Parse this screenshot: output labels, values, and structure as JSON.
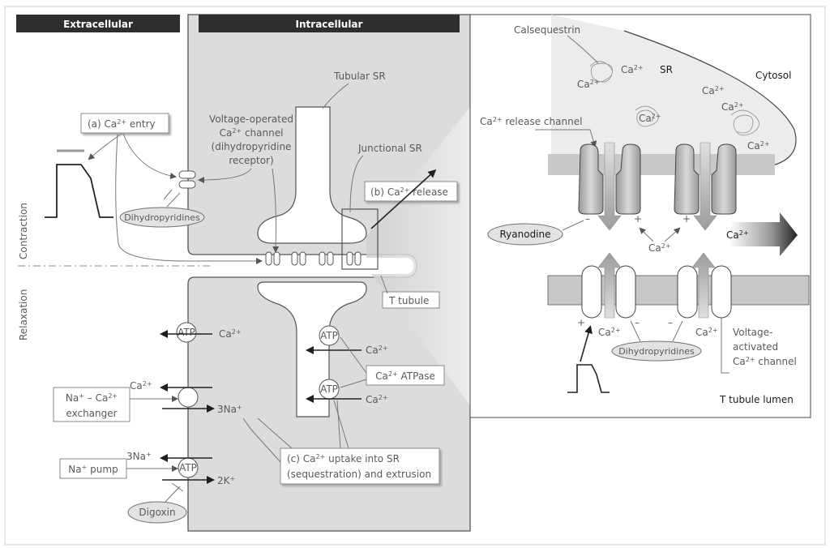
{
  "headers": {
    "extracellular": "Extracellular",
    "intracellular": "Intracellular"
  },
  "side_labels": {
    "contraction": "Contraction",
    "relaxation": "Relaxation"
  },
  "labels": {
    "a_prefix": "(a)",
    "a_text": "entry",
    "ca": "Ca",
    "two_plus": "2+",
    "voltage_operated_1": "Voltage-operated",
    "voltage_operated_2": "channel",
    "voltage_operated_3": "(dihydropyridine",
    "voltage_operated_4": "receptor)",
    "tubular_sr": "Tubular SR",
    "junctional_sr": "Junctional SR",
    "b_prefix": "(b)",
    "b_text": "release",
    "dihydropyridines": "Dihydropyridines",
    "t_tubule": "T tubule",
    "atp": "ATP",
    "atpase_text": "ATPase",
    "na_ca_1": "Na",
    "na_ca_2": "exchanger",
    "three_na": "3Na",
    "na_pump": "Na",
    "na_pump_text": "pump",
    "two_k": "2K",
    "plus": "+",
    "minus": "–",
    "digoxin": "Digoxin",
    "c_prefix": "(c)",
    "c_text_1": "uptake into SR",
    "c_text_2": "(sequestration) and extrusion"
  },
  "inset": {
    "calsequestrin": "Calsequestrin",
    "sr": "SR",
    "cytosol": "Cytosol",
    "release_channel_text": "release channel",
    "ryanodine": "Ryanodine",
    "voltage_activated_1": "Voltage-",
    "voltage_activated_2": "activated",
    "voltage_activated_3": "channel",
    "t_tubule_lumen": "T tubule lumen"
  },
  "colors": {
    "intracellular_fill": "#dcdcdc",
    "header_fill": "#2e2e2e",
    "arrow_gray": "#a8a8a8",
    "dark_arrow": "#222222"
  }
}
